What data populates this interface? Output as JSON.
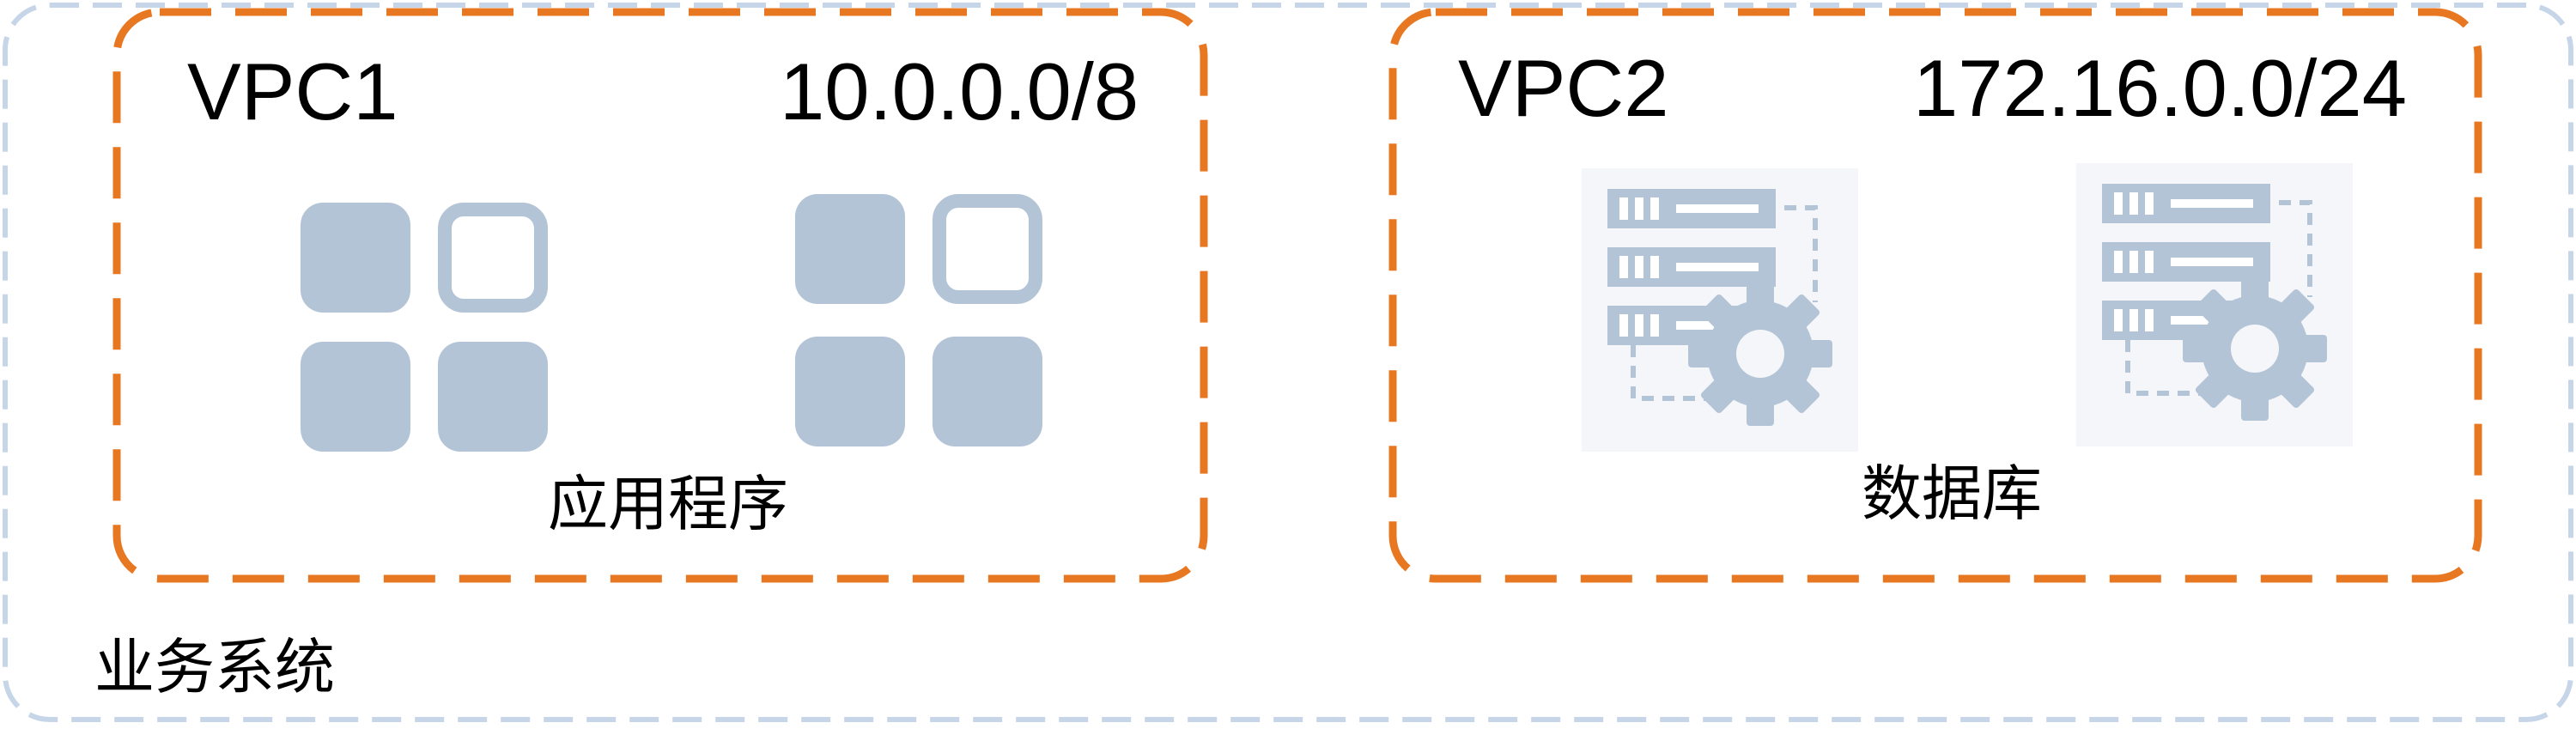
{
  "system": {
    "label": "业务系统",
    "border_color": "#C6D6E8"
  },
  "vpcs": [
    {
      "name": "VPC1",
      "cidr": "10.0.0.0/8",
      "workload_label": "应用程序",
      "icon": "application-grid-icon",
      "icon_count": 2
    },
    {
      "name": "VPC2",
      "cidr": "172.16.0.0/24",
      "workload_label": "数据库",
      "icon": "database-server-icon",
      "icon_count": 2
    }
  ],
  "colors": {
    "vpc_border": "#E87722",
    "icon_fill": "#B4C4D7",
    "server_bg": "#F4F6F9"
  }
}
